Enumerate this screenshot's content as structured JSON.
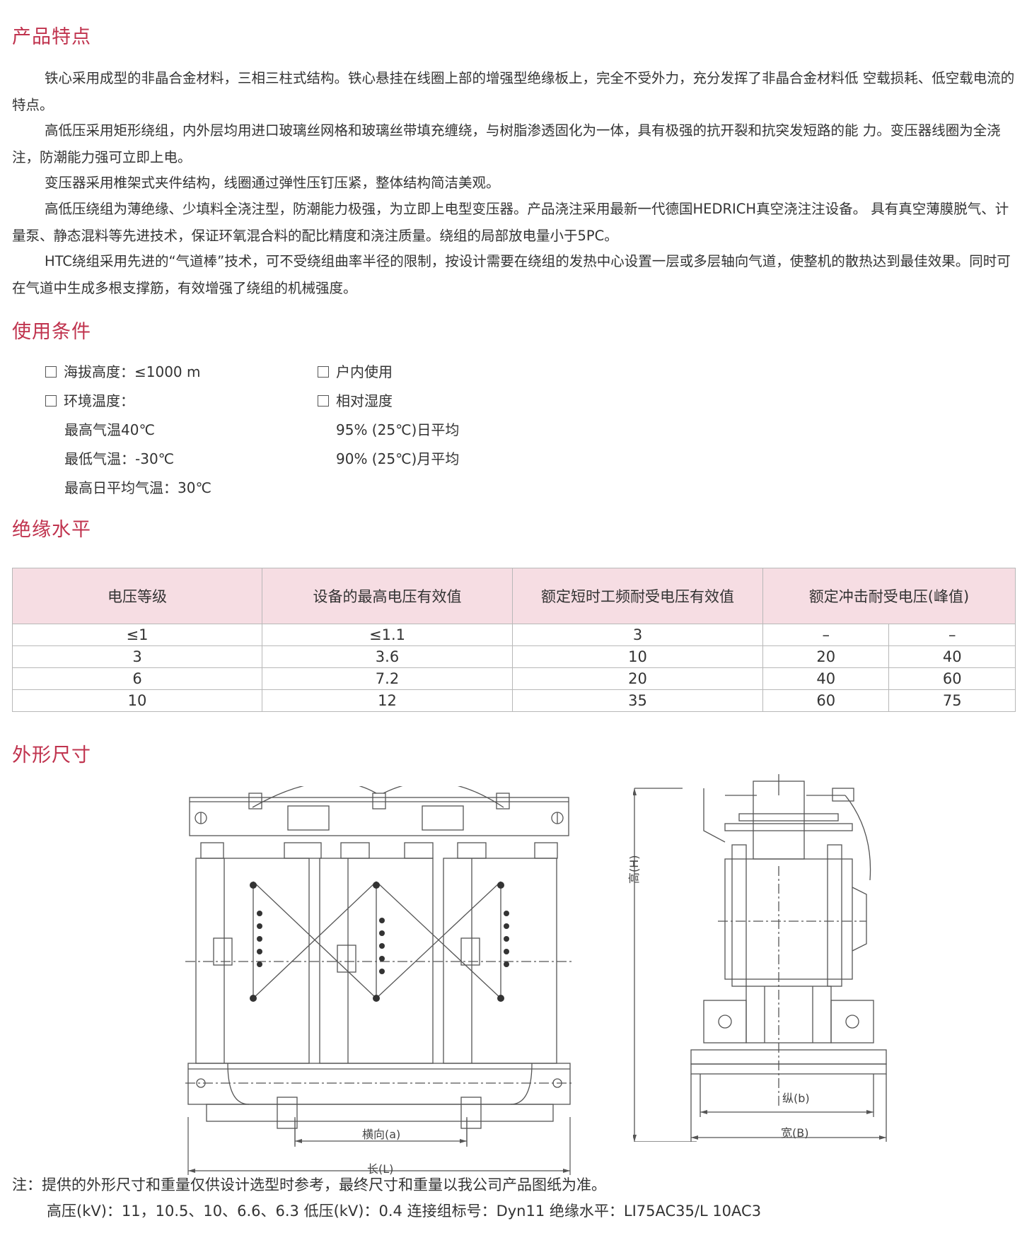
{
  "sections": {
    "features_title": "产品特点",
    "conditions_title": "使用条件",
    "insulation_title": "绝缘水平",
    "dimensions_title": "外形尺寸"
  },
  "features": [
    "铁心采用成型的非晶合金材料，三相三柱式结构。铁心悬挂在线圈上部的增强型绝缘板上，完全不受外力，充分发挥了非晶合金材料低 空载损耗、低空载电流的特点。",
    "高低压采用矩形绕组，内外层均用进口玻璃丝网格和玻璃丝带填充缠绕，与树脂渗透固化为一体，具有极强的抗开裂和抗突发短路的能 力。变压器线圈为全浇注，防潮能力强可立即上电。",
    "变压器采用椎架式夹件结构，线圈通过弹性压钉压紧，整体结构简洁美观。",
    "高低压绕组为薄绝缘、少填料全浇注型，防潮能力极强，为立即上电型变压器。产品浇注采用最新一代德国HEDRICH真空浇注注设备。 具有真空薄膜脱气、计量泵、静态混料等先进技术，保证环氧混合料的配比精度和浇注质量。绕组的局部放电量小于5PC。",
    "HTC绕组采用先进的“气道棒”技术，可不受绕组曲率半径的限制，按设计需要在绕组的发热中心设置一层或多层轴向气道，使整机的散热达到最佳效果。同时可在气道中生成多根支撑筋，有效增强了绕组的机械强度。"
  ],
  "conditions": {
    "altitude": "海拔高度：≤1000 m",
    "indoor": "户内使用",
    "ambient": "环境温度：",
    "humidity": "相对湿度",
    "max_temp": "最高气温40℃",
    "min_temp": "最低气温：-30℃",
    "max_daily_avg": "最高日平均气温：30℃",
    "humidity_daily": "95% (25℃)日平均",
    "humidity_monthly": "90% (25℃)月平均"
  },
  "insulation_table": {
    "headers": [
      "电压等级",
      "设备的最高电压有效值",
      "额定短时工频耐受电压有效值",
      "额定冲击耐受电压(峰值)"
    ],
    "rows": [
      [
        "≤1",
        "≤1.1",
        "3",
        "–",
        "–"
      ],
      [
        "3",
        "3.6",
        "10",
        "20",
        "40"
      ],
      [
        "6",
        "7.2",
        "20",
        "40",
        "60"
      ],
      [
        "10",
        "12",
        "35",
        "60",
        "75"
      ]
    ]
  },
  "drawing_labels": {
    "lateral_a": "横向(a)",
    "length_l": "长(L)",
    "height_h": "高(H)",
    "longitudinal_b": "纵(b)",
    "width_b": "宽(B)"
  },
  "notes": {
    "line1": "注：提供的外形尺寸和重量仅供设计选型时参考，最终尺寸和重量以我公司产品图纸为准。",
    "line2": "高压(kV)：11，10.5、10、6.6、6.3 低压(kV)：0.4   连接组标号：Dyn11  绝缘水平：LI75AC35/L 10AC3"
  }
}
